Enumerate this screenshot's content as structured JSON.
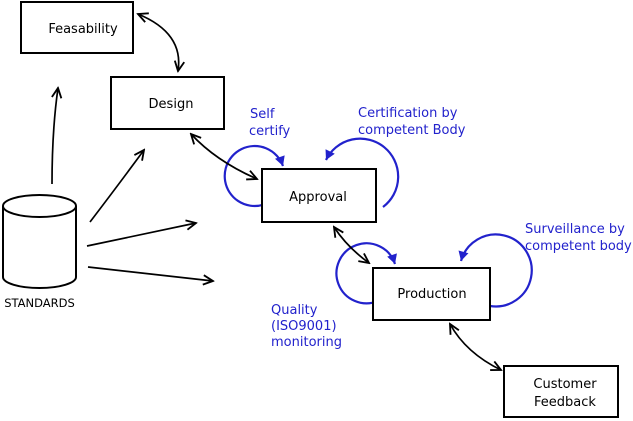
{
  "colors": {
    "line": "#000000",
    "accent": "#2222cc",
    "background": "#ffffff",
    "box_fill": "#ffffff"
  },
  "nodes": {
    "feasability": {
      "label": "Feasability"
    },
    "design": {
      "label": "Design"
    },
    "approval": {
      "label": "Approval"
    },
    "production": {
      "label": "Production"
    },
    "customer_feedback": {
      "line1": "Customer",
      "line2": "Feedback"
    },
    "standards": {
      "label": "STANDARDS"
    }
  },
  "annotations": {
    "self_certify": {
      "line1": "Self",
      "line2": "certify"
    },
    "certification": {
      "line1": "Certification by",
      "line2": "competent Body"
    },
    "surveillance": {
      "line1": "Surveillance by",
      "line2": "competent body"
    },
    "quality": {
      "line1": "Quality",
      "line2": "(ISO9001)",
      "line3": "monitoring"
    }
  },
  "edges": [
    {
      "from": "feasability",
      "to": "design",
      "style": "double-arrow"
    },
    {
      "from": "design",
      "to": "approval",
      "style": "double-arrow"
    },
    {
      "from": "approval",
      "to": "production",
      "style": "double-arrow"
    },
    {
      "from": "production",
      "to": "customer_feedback",
      "style": "double-arrow"
    },
    {
      "from": "standards",
      "to": "feasability",
      "style": "arrow"
    },
    {
      "from": "standards",
      "to": "design",
      "style": "arrow"
    },
    {
      "from": "standards",
      "to": "approval",
      "style": "arrow"
    },
    {
      "from": "standards",
      "to": "production",
      "style": "arrow"
    },
    {
      "on": "approval",
      "label": "self_certify",
      "style": "blue-self-loop-left"
    },
    {
      "on": "approval",
      "label": "certification",
      "style": "blue-self-loop-right"
    },
    {
      "on": "production",
      "label": "quality",
      "style": "blue-self-loop-left"
    },
    {
      "on": "production",
      "label": "surveillance",
      "style": "blue-self-loop-right"
    }
  ]
}
